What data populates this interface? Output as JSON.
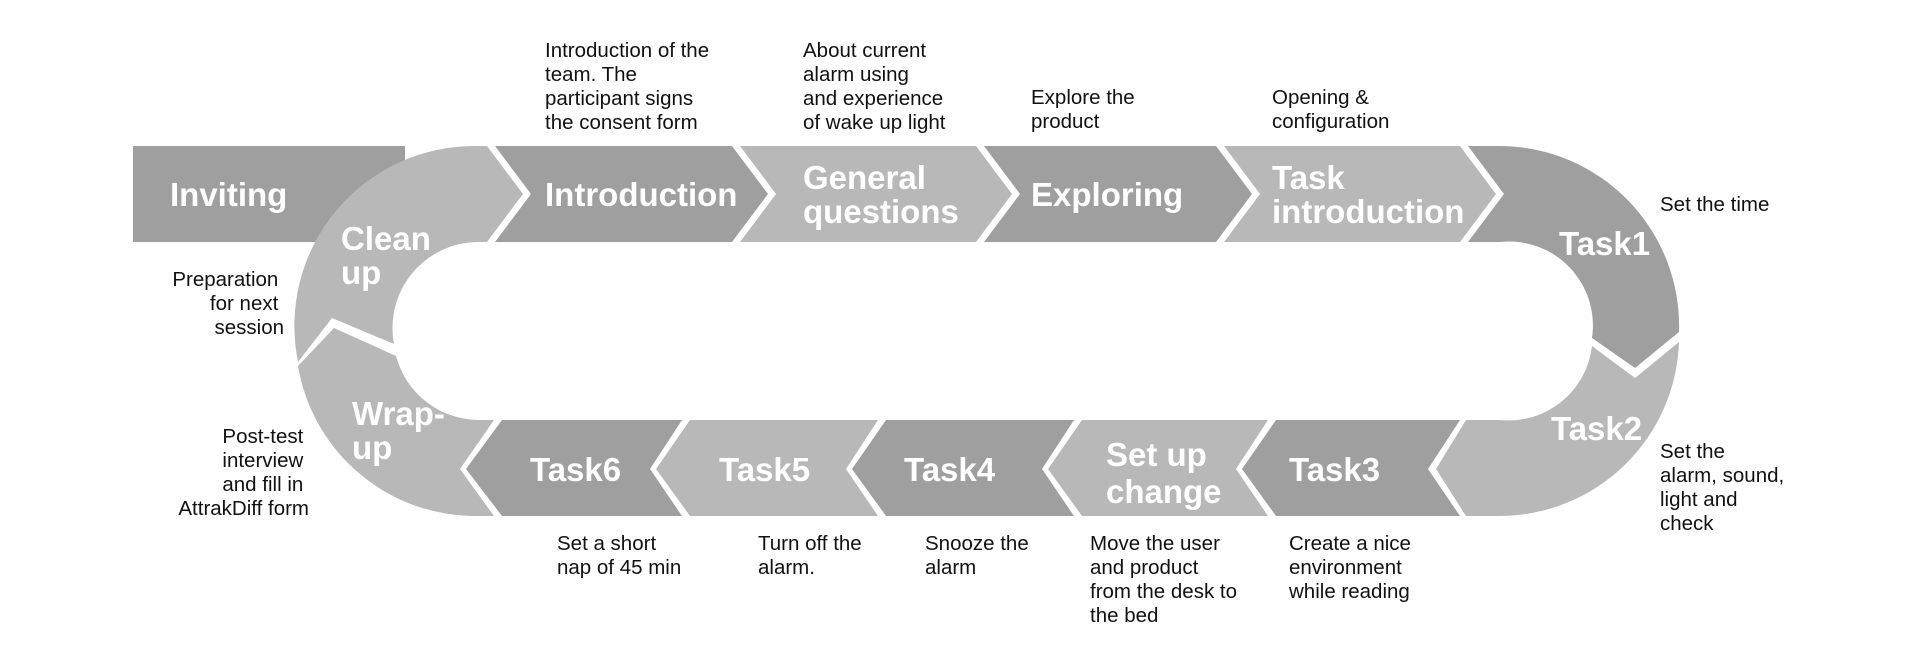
{
  "colors": {
    "dark_segment": "#9f9f9f",
    "light_segment": "#b8b8b8",
    "label_text": "#ffffff",
    "note_text": "#111111"
  },
  "steps": {
    "inviting": {
      "label": [
        "Inviting"
      ],
      "note": []
    },
    "clean_up": {
      "label": [
        "Clean",
        "up"
      ],
      "note": [
        "Preparation",
        "for next",
        "session"
      ]
    },
    "introduction": {
      "label": [
        "Introduction"
      ],
      "note": [
        "Introduction of the",
        "team. The",
        "participant signs",
        "the consent form"
      ]
    },
    "general_questions": {
      "label": [
        "General",
        "questions"
      ],
      "note": [
        "About current",
        "alarm using",
        "and experience",
        "of wake up light"
      ]
    },
    "exploring": {
      "label": [
        "Exploring"
      ],
      "note": [
        "Explore the",
        "product"
      ]
    },
    "task_introduction": {
      "label": [
        "Task",
        "introduction"
      ],
      "note": [
        "Opening &",
        "configuration"
      ]
    },
    "task1": {
      "label": [
        "Task1"
      ],
      "note": [
        "Set the time"
      ]
    },
    "task2": {
      "label": [
        "Task2"
      ],
      "note": [
        "Set the",
        "alarm, sound,",
        "light and",
        "check"
      ]
    },
    "task3": {
      "label": [
        "Task3"
      ],
      "note": [
        "Create a nice",
        "environment",
        "while reading"
      ]
    },
    "set_up_change": {
      "label": [
        "Set up",
        "change"
      ],
      "note": [
        "Move the user",
        "and product",
        "from the desk to",
        "the bed"
      ]
    },
    "task4": {
      "label": [
        "Task4"
      ],
      "note": [
        "Snooze the",
        "alarm"
      ]
    },
    "task5": {
      "label": [
        "Task5"
      ],
      "note": [
        "Turn off the",
        "alarm."
      ]
    },
    "task6": {
      "label": [
        "Task6"
      ],
      "note": [
        "Set a short",
        "nap of 45 min"
      ]
    },
    "wrap_up": {
      "label": [
        "Wrap-",
        "up"
      ],
      "note": [
        "Post-test",
        "interview",
        "and fill in",
        "AttrakDiff form"
      ]
    }
  }
}
